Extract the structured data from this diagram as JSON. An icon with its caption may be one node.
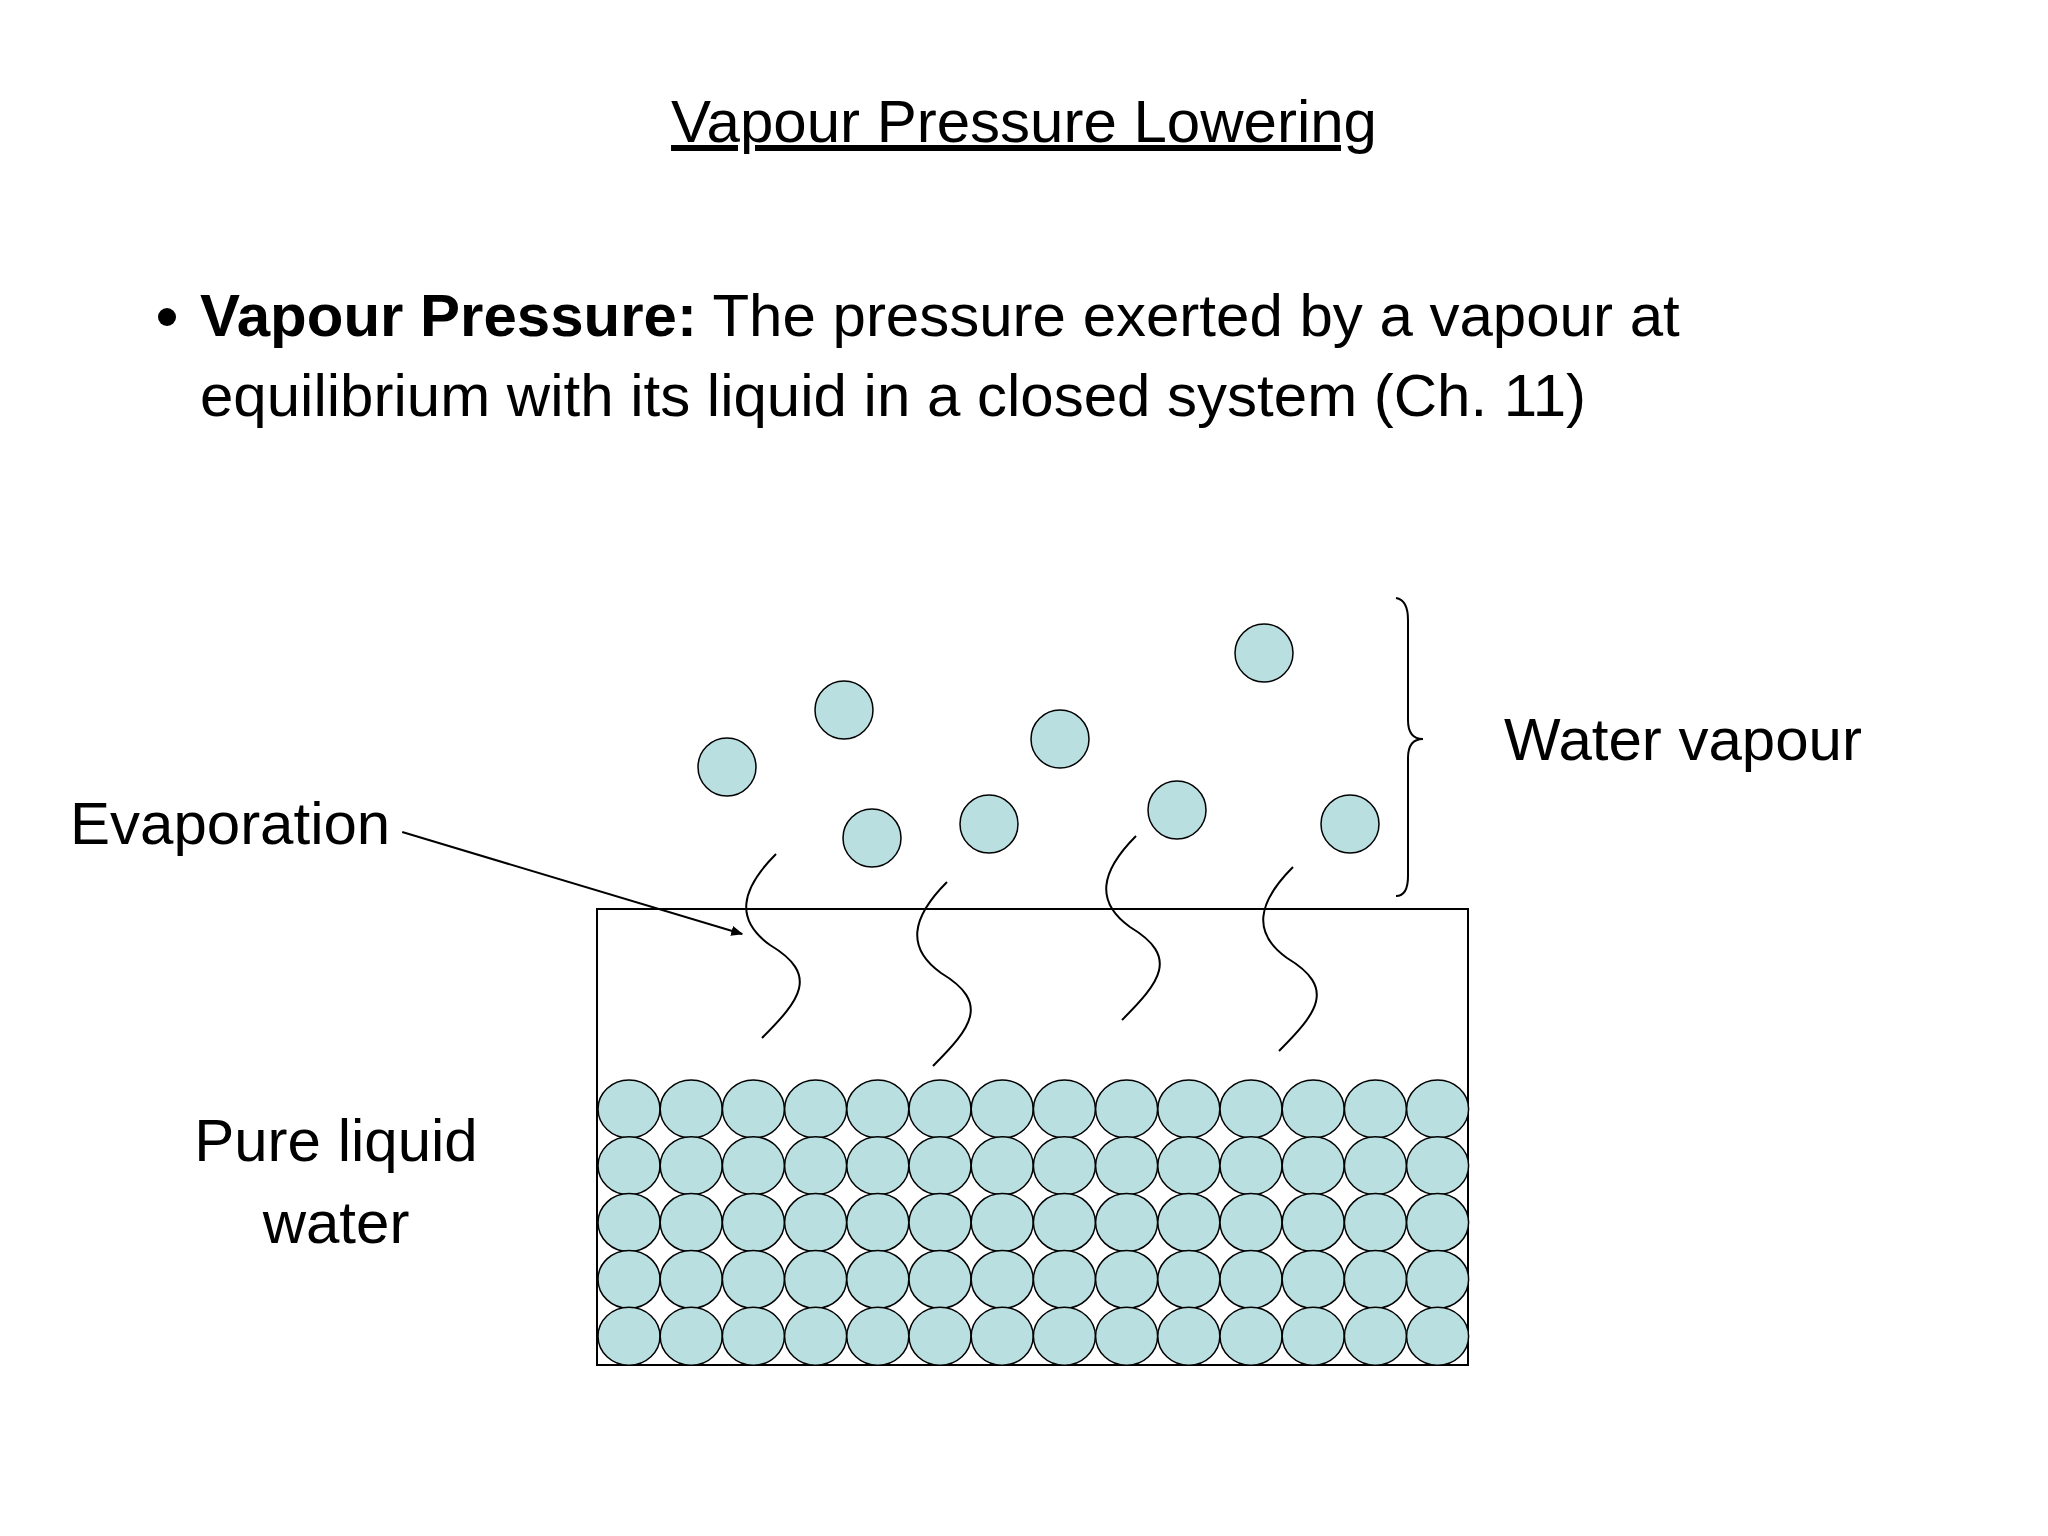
{
  "diagram": {
    "title": "Vapour Pressure Lowering",
    "nodes": [
      {
        "text": [
          "Evaporation"
        ]
      },
      {
        "text": [],
        "shape": "line"
      }
    ],
    "edges": [
      {
        "from": 0,
        "to": 1,
        "arrow": "to"
      }
    ],
    "labels": [
      "**Vapour Pressure:** The pressure exerted by a vapour at equilibrium with its liquid in a closed system (Ch. 11)",
      "Water vapour",
      "Pure liquid water"
    ]
  }
}
